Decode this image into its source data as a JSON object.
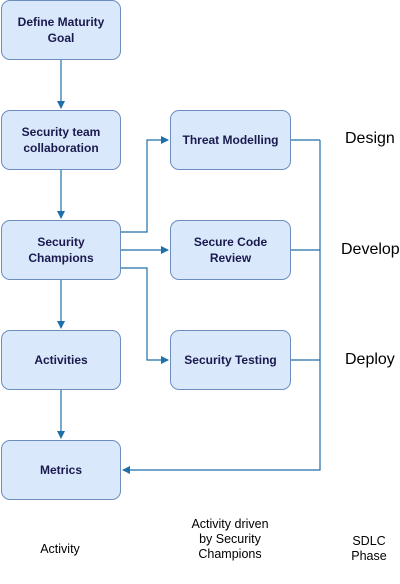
{
  "colors": {
    "box_fill": "#dae8fc",
    "box_border": "#6c8ebf",
    "arrow": "#1f6fa8",
    "box_text": "#1a1a4e"
  },
  "nodes": {
    "goal": "Define Maturity Goal",
    "collab": "Security team collaboration",
    "champions": "Security Champions",
    "activities": "Activities",
    "metrics": "Metrics",
    "threat": "Threat Modelling",
    "review": "Secure Code Review",
    "testing": "Security Testing"
  },
  "phases": {
    "design": "Design",
    "develop": "Develop",
    "deploy": "Deploy"
  },
  "footer": {
    "activity": "Activity",
    "driven": "Activity driven by Security Champions",
    "sdlc": "SDLC Phase"
  }
}
